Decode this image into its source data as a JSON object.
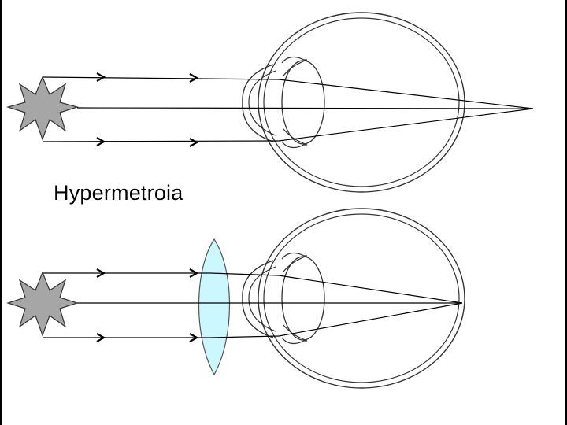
{
  "caption": "Hypermetroia",
  "colors": {
    "star_fill": "#a6a6a6",
    "lens_fill": "#ccf7ff",
    "line": "#000000",
    "eye_outline": "#333333",
    "border": "#000000"
  },
  "panels": [
    {
      "id": "uncorrected",
      "corrective_lens": false,
      "focus": "behind-retina"
    },
    {
      "id": "corrected",
      "corrective_lens": true,
      "focus": "on-retina"
    }
  ]
}
